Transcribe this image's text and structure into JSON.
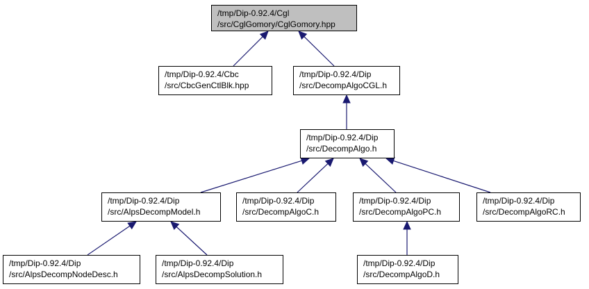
{
  "graph": {
    "edge_color": "#191970",
    "root_fill": "#bfbfbf",
    "node_fill": "#ffffff",
    "nodes": [
      {
        "id": "cglgomory",
        "lines": [
          "/tmp/Dip-0.92.4/Cgl",
          "/src/CglGomory/CglGomory.hpp"
        ],
        "root": true
      },
      {
        "id": "cbcgenctlblk",
        "lines": [
          "/tmp/Dip-0.92.4/Cbc",
          "/src/CbcGenCtlBlk.hpp"
        ]
      },
      {
        "id": "decompalgocgl",
        "lines": [
          "/tmp/Dip-0.92.4/Dip",
          "/src/DecompAlgoCGL.h"
        ]
      },
      {
        "id": "decompalgo",
        "lines": [
          "/tmp/Dip-0.92.4/Dip",
          "/src/DecompAlgo.h"
        ]
      },
      {
        "id": "alpsdecompmodel",
        "lines": [
          "/tmp/Dip-0.92.4/Dip",
          "/src/AlpsDecompModel.h"
        ]
      },
      {
        "id": "decompalgoc",
        "lines": [
          "/tmp/Dip-0.92.4/Dip",
          "/src/DecompAlgoC.h"
        ]
      },
      {
        "id": "decompalgopc",
        "lines": [
          "/tmp/Dip-0.92.4/Dip",
          "/src/DecompAlgoPC.h"
        ]
      },
      {
        "id": "decompalgorc",
        "lines": [
          "/tmp/Dip-0.92.4/Dip",
          "/src/DecompAlgoRC.h"
        ]
      },
      {
        "id": "alpsdecompnodedesc",
        "lines": [
          "/tmp/Dip-0.92.4/Dip",
          "/src/AlpsDecompNodeDesc.h"
        ]
      },
      {
        "id": "alpsdecompsolution",
        "lines": [
          "/tmp/Dip-0.92.4/Dip",
          "/src/AlpsDecompSolution.h"
        ]
      },
      {
        "id": "decompalgod",
        "lines": [
          "/tmp/Dip-0.92.4/Dip",
          "/src/DecompAlgoD.h"
        ]
      }
    ],
    "edges": [
      {
        "from": "cbcgenctlblk",
        "to": "cglgomory"
      },
      {
        "from": "decompalgocgl",
        "to": "cglgomory"
      },
      {
        "from": "decompalgo",
        "to": "decompalgocgl"
      },
      {
        "from": "alpsdecompmodel",
        "to": "decompalgo"
      },
      {
        "from": "decompalgoc",
        "to": "decompalgo"
      },
      {
        "from": "decompalgopc",
        "to": "decompalgo"
      },
      {
        "from": "decompalgorc",
        "to": "decompalgo"
      },
      {
        "from": "alpsdecompnodedesc",
        "to": "alpsdecompmodel"
      },
      {
        "from": "alpsdecompsolution",
        "to": "alpsdecompmodel"
      },
      {
        "from": "decompalgod",
        "to": "decompalgopc"
      }
    ]
  }
}
